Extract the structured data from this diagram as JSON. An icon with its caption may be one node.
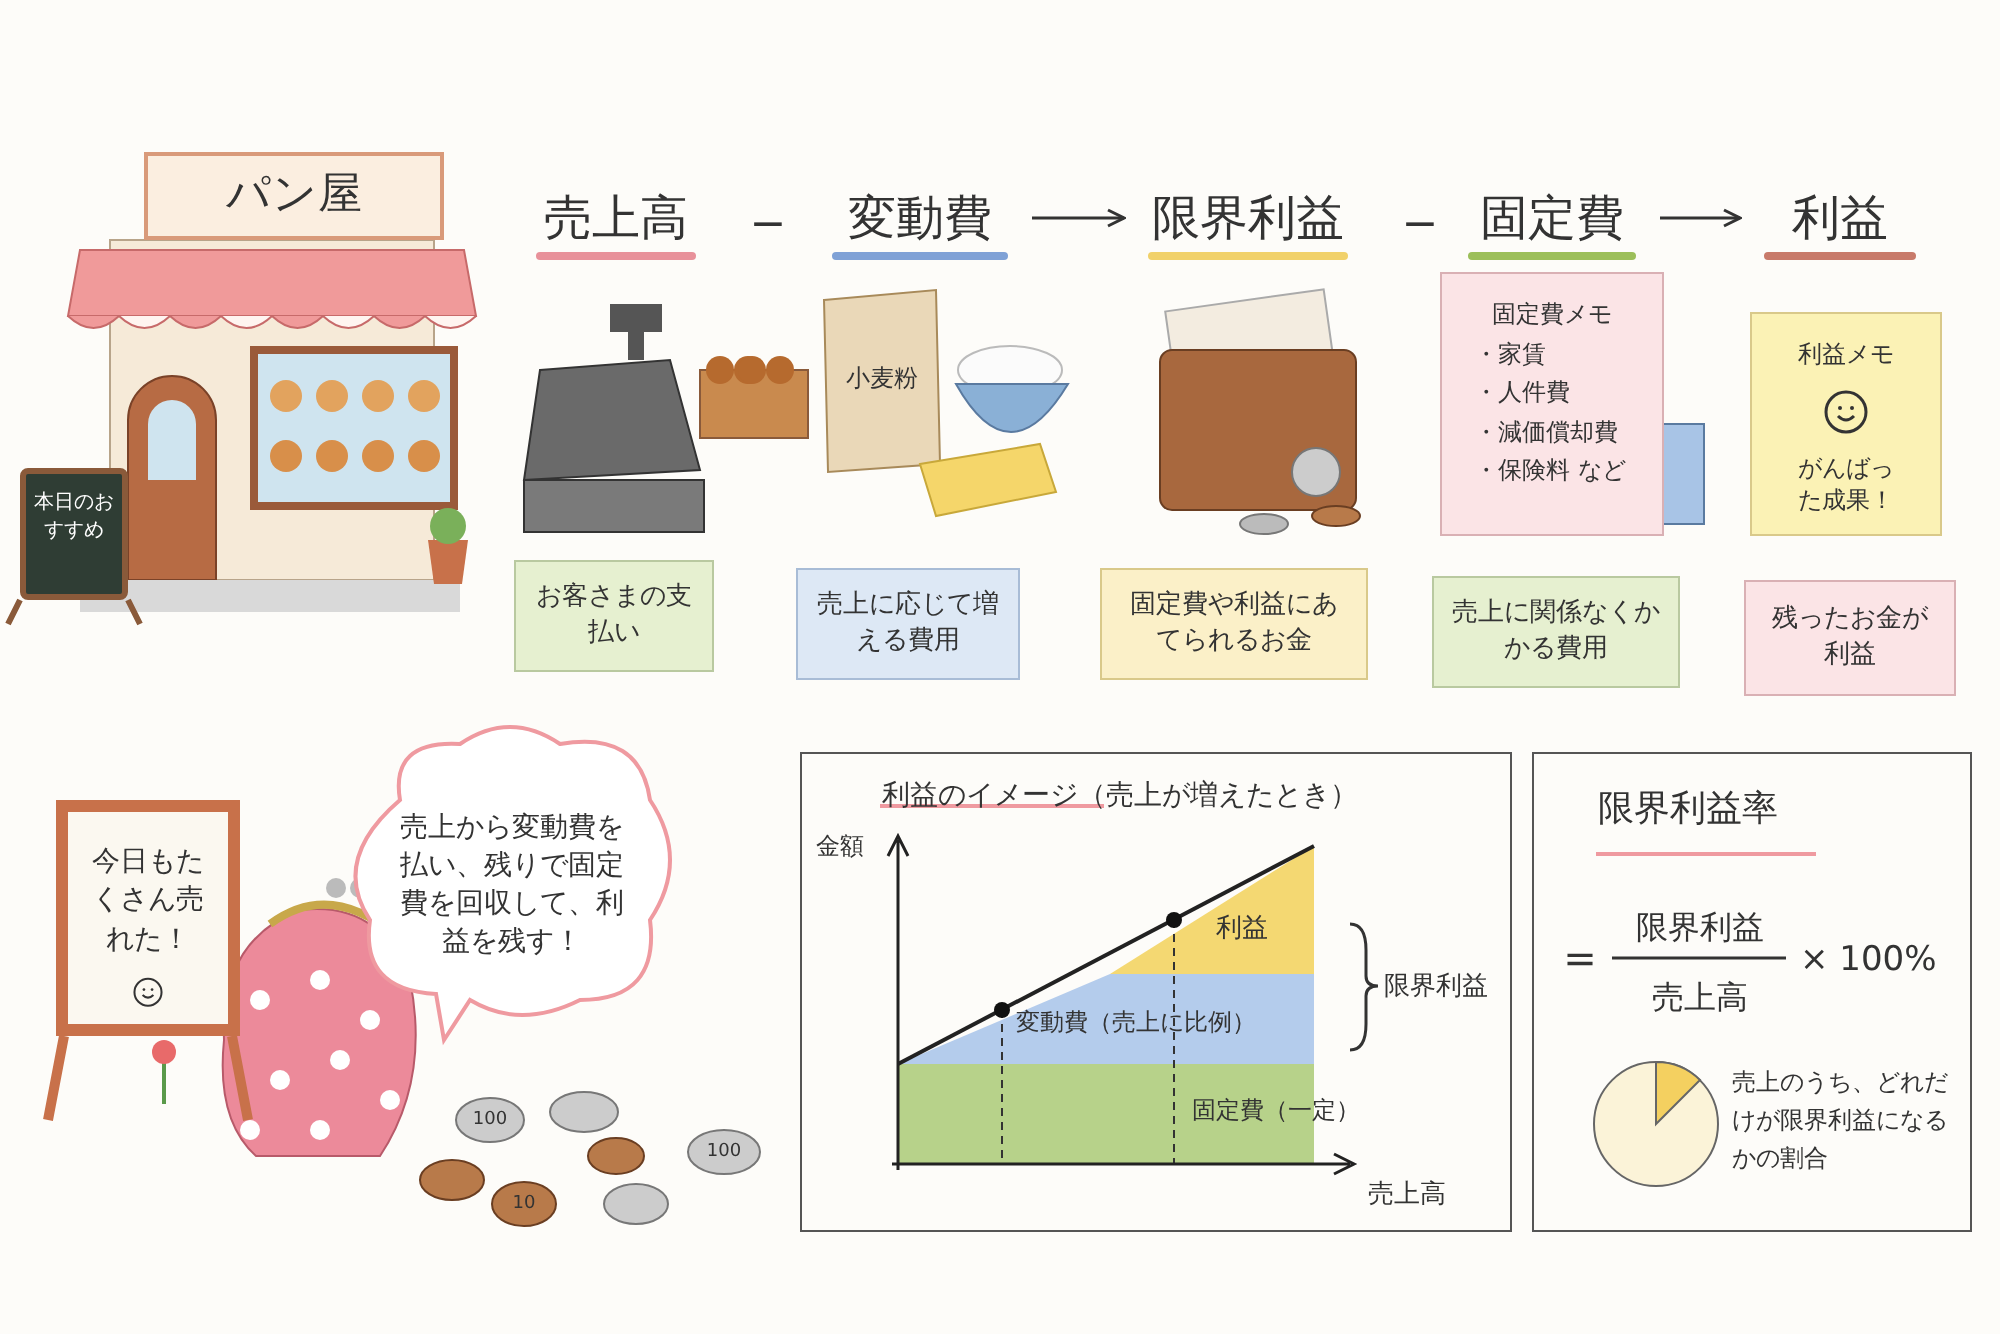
{
  "diagram": {
    "nodes": [
      {
        "text": [
          "パン屋"
        ]
      },
      {
        "text": [
          "本日のおすすめ"
        ]
      },
      {
        "text": [
          "売上高"
        ]
      },
      {
        "text": [
          "変動費"
        ]
      },
      {
        "text": [
          "限界利益"
        ]
      },
      {
        "text": [
          "固定費"
        ]
      },
      {
        "text": [
          "利益"
        ]
      },
      {
        "text": [
          "お客さまの支払い"
        ]
      },
      {
        "text": [
          "売上に応じて増える費用"
        ]
      },
      {
        "text": [
          "固定費や利益にあてられるお金"
        ]
      },
      {
        "text": [
          "固定費メモ",
          "・家賃",
          "・人件費",
          "・減価償却費",
          "・保険料 など"
        ]
      },
      {
        "text": [
          "売上に関係なくかかる費用"
        ]
      },
      {
        "text": [
          "利益メモ",
          "がんばった成果！"
        ]
      },
      {
        "text": [
          "残ったお金が利益"
        ]
      },
      {
        "text": [
          "今日もたくさん売れた！"
        ]
      },
      {
        "text": [
          "売上から変動費を払い、残りで固定費を回収して、利益を残す！"
        ]
      },
      {
        "text": [
          "利益のイメージ（売上が増えたとき）"
        ]
      },
      {
        "text": [
          "限界利益率"
        ]
      }
    ],
    "edges": [
      {
        "from": 3,
        "to": 4,
        "arrow": "to"
      },
      {
        "from": 5,
        "to": 6,
        "arrow": "to"
      }
    ],
    "labels": [
      "−",
      "−",
      "小麦粉",
      "100",
      "100",
      "10",
      "金額",
      "利益",
      "限界利益",
      "変動費（売上に比例）",
      "固定費（一定）",
      "売上高",
      "=",
      "限界利益",
      "売上高",
      "× 100%",
      "売上のうち、どれだけが限界利益になるかの割合"
    ]
  }
}
